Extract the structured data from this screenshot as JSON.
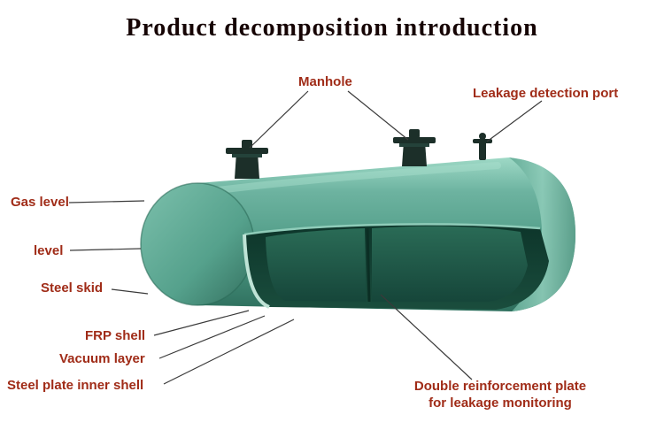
{
  "title": "Product decomposition introduction",
  "labels": {
    "manhole": "Manhole",
    "leakage_detection_port": "Leakage detection port",
    "gas_level": "Gas level",
    "level": "level",
    "steel_skid": "Steel skid",
    "frp_shell": "FRP shell",
    "vacuum_layer": "Vacuum layer",
    "steel_plate_inner_shell": "Steel plate inner shell",
    "double_reinforcement_plate": "Double reinforcement plate\nfor leakage monitoring"
  },
  "colors": {
    "title_text": "#160404",
    "label_text": "#a02c18",
    "tank_outer_light": "#9ed9c6",
    "tank_outer_mid": "#57a28d",
    "tank_outer_dark": "#2e6f5d",
    "tank_inner_dark": "#11392d",
    "leader_line": "#3a3a3a",
    "background": "#ffffff"
  }
}
